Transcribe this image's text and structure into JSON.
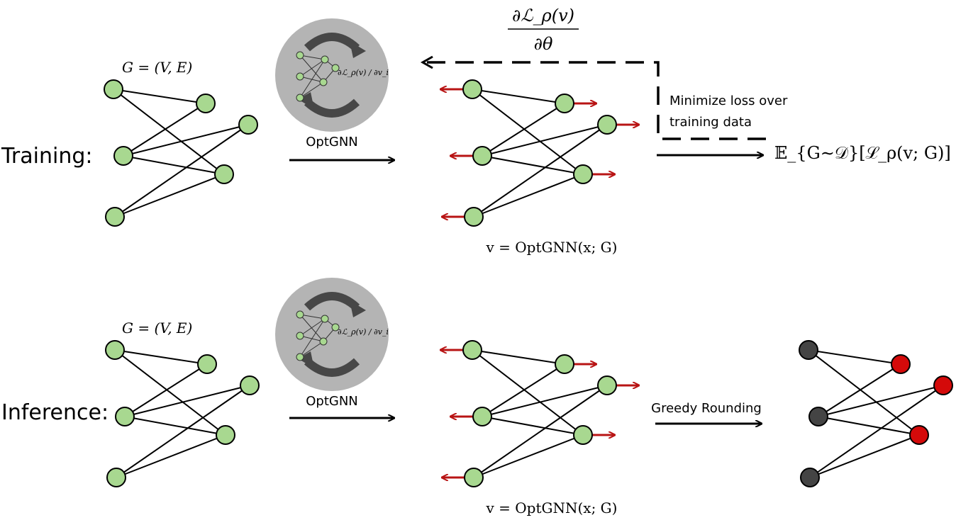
{
  "training": {
    "row_label": "Training:",
    "graph_label": "G = (V, E)",
    "model_label": "OptGNN",
    "grad_node": "∂ℒ_ρ(v) / ∂v_i",
    "output_eq": "v = OptGNN(x; G)",
    "grad_theta_num": "∂ℒ_ρ(v)",
    "grad_theta_den": "∂θ",
    "minimize_line1": "Minimize loss over",
    "minimize_line2": "training data",
    "expectation": "𝔼_{G∼𝒟}[ℒ_ρ(v; G)]"
  },
  "inference": {
    "row_label": "Inference:",
    "graph_label": "G = (V, E)",
    "model_label": "OptGNN",
    "grad_node": "∂ℒ_ρ(v) / ∂v_i",
    "output_eq": "v = OptGNN(x; G)",
    "rounding_label": "Greedy Rounding"
  },
  "colors": {
    "node_green": "#a8d890",
    "arrow_red": "#b81414",
    "node_dark": "#444444",
    "node_red": "#d40a0a",
    "circle_gray": "#b4b4b4",
    "cycle_arrow": "#474747"
  }
}
